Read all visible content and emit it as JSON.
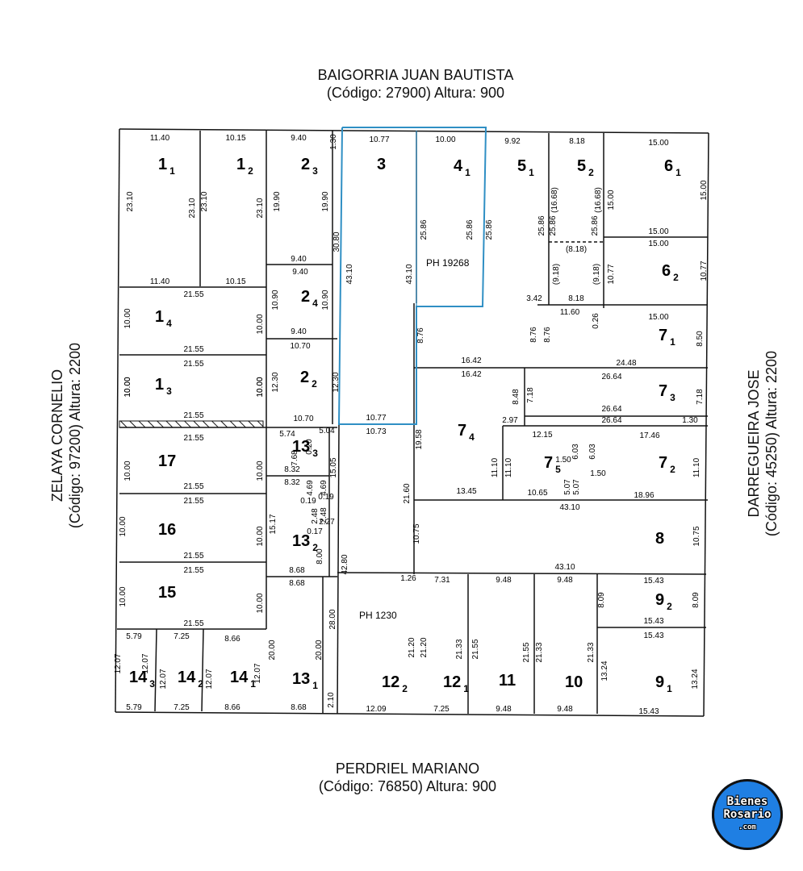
{
  "streets": {
    "top": {
      "name": "BAIGORRIA JUAN BAUTISTA",
      "info": "(Código: 27900) Altura: 900"
    },
    "bottom": {
      "name": "PERDRIEL MARIANO",
      "info": "(Código: 76850) Altura: 900"
    },
    "left": {
      "name": "ZELAYA CORNELIO",
      "info": "(Código: 97200) Altura: 2200"
    },
    "right": {
      "name": "DARREGUEIRA JOSE",
      "info": "(Código: 45250) Altura: 2200"
    }
  },
  "colors": {
    "highlight": "#2f8fc4",
    "line": "#111111",
    "logo": "#1f7fe3"
  },
  "logo": {
    "line1": "Bienes",
    "line2": "Rosario",
    "line3": ".com"
  },
  "lots": [
    {
      "id": "1",
      "sub": "1"
    },
    {
      "id": "1",
      "sub": "2"
    },
    {
      "id": "2",
      "sub": "3"
    },
    {
      "id": "3",
      "sub": ""
    },
    {
      "id": "4",
      "sub": "1"
    },
    {
      "id": "5",
      "sub": "1"
    },
    {
      "id": "5",
      "sub": "2"
    },
    {
      "id": "6",
      "sub": "1"
    },
    {
      "id": "6",
      "sub": "2"
    },
    {
      "id": "1",
      "sub": "4"
    },
    {
      "id": "2",
      "sub": "4"
    },
    {
      "id": "7",
      "sub": "1"
    },
    {
      "id": "1",
      "sub": "3"
    },
    {
      "id": "2",
      "sub": "2"
    },
    {
      "id": "7",
      "sub": "3"
    },
    {
      "id": "7",
      "sub": "4"
    },
    {
      "id": "17",
      "sub": ""
    },
    {
      "id": "13",
      "sub": "3"
    },
    {
      "id": "7",
      "sub": "5"
    },
    {
      "id": "7",
      "sub": "2"
    },
    {
      "id": "16",
      "sub": ""
    },
    {
      "id": "13",
      "sub": "2"
    },
    {
      "id": "8",
      "sub": ""
    },
    {
      "id": "15",
      "sub": ""
    },
    {
      "id": "9",
      "sub": "2"
    },
    {
      "id": "14",
      "sub": "3"
    },
    {
      "id": "14",
      "sub": "2"
    },
    {
      "id": "14",
      "sub": "1"
    },
    {
      "id": "13",
      "sub": "1"
    },
    {
      "id": "12",
      "sub": "2"
    },
    {
      "id": "12",
      "sub": "1"
    },
    {
      "id": "11",
      "sub": ""
    },
    {
      "id": "10",
      "sub": ""
    },
    {
      "id": "9",
      "sub": "1"
    }
  ],
  "ph_labels": [
    "PH 19268",
    "PH 1230"
  ],
  "dimensions": [
    "11.40",
    "10.15",
    "9.40",
    "1.30",
    "10.77",
    "10.00",
    "9.92",
    "8.18",
    "15.00",
    "23.10",
    "23.10",
    "23.10",
    "23.10",
    "19.90",
    "19.90",
    "30.80",
    "43.10",
    "43.10",
    "25.86",
    "25.86",
    "25.86",
    "25.86",
    "25.86",
    "25.86",
    "(16.68)",
    "(16.68)",
    "15.00",
    "15.00",
    "15.00",
    "(8.18)",
    "9.40",
    "9.40",
    "15.00",
    "(9.18)",
    "(9.18)",
    "10.77",
    "10.77",
    "11.40",
    "10.15",
    "21.55",
    "10.90",
    "10.90",
    "10.00",
    "10.00",
    "9.40",
    "10.00",
    "10.00",
    "3.42",
    "8.18",
    "11.60",
    "0.26",
    "15.00",
    "8.76",
    "8.76",
    "8.76",
    "8.50",
    "10.70",
    "21.55",
    "21.55",
    "16.42",
    "16.42",
    "24.48",
    "26.64",
    "12.30",
    "12.30",
    "10.00",
    "10.00",
    "8.48",
    "7.18",
    "7.18",
    "26.64",
    "21.55",
    "10.70",
    "10.77",
    "2.97",
    "26.64",
    "1.30",
    "5.74",
    "5.04",
    "0.20",
    "10.73",
    "19.58",
    "12.15",
    "17.46",
    "21.55",
    "7.68",
    "15.05",
    "10.00",
    "10.00",
    "8.32",
    "8.32",
    "4.69",
    "4.69",
    "0.19",
    "0.19",
    "2.48",
    "2.48",
    "11.10",
    "11.10",
    "6.03",
    "6.03",
    "1.50",
    "1.50",
    "5.07",
    "5.07",
    "11.10",
    "21.55",
    "2.27",
    "21.60",
    "13.45",
    "10.65",
    "18.96",
    "21.55",
    "15.17",
    "0.17",
    "43.10",
    "10.00",
    "10.00",
    "10.75",
    "10.75",
    "8.00",
    "21.55",
    "8.68",
    "42.80",
    "43.10",
    "21.55",
    "8.68",
    "1.26",
    "7.31",
    "9.48",
    "9.48",
    "15.43",
    "10.00",
    "10.00",
    "8.09",
    "8.09",
    "28.00",
    "21.55",
    "15.43",
    "5.79",
    "7.25",
    "8.66",
    "15.43",
    "12.07",
    "12.07",
    "12.07",
    "12.07",
    "12.07",
    "20.00",
    "20.00",
    "21.20",
    "21.20",
    "21.33",
    "21.55",
    "21.55",
    "21.33",
    "21.33",
    "13.24",
    "13.24",
    "2.10",
    "5.79",
    "7.25",
    "8.66",
    "8.68",
    "12.09",
    "7.25",
    "9.48",
    "9.48",
    "15.43"
  ]
}
